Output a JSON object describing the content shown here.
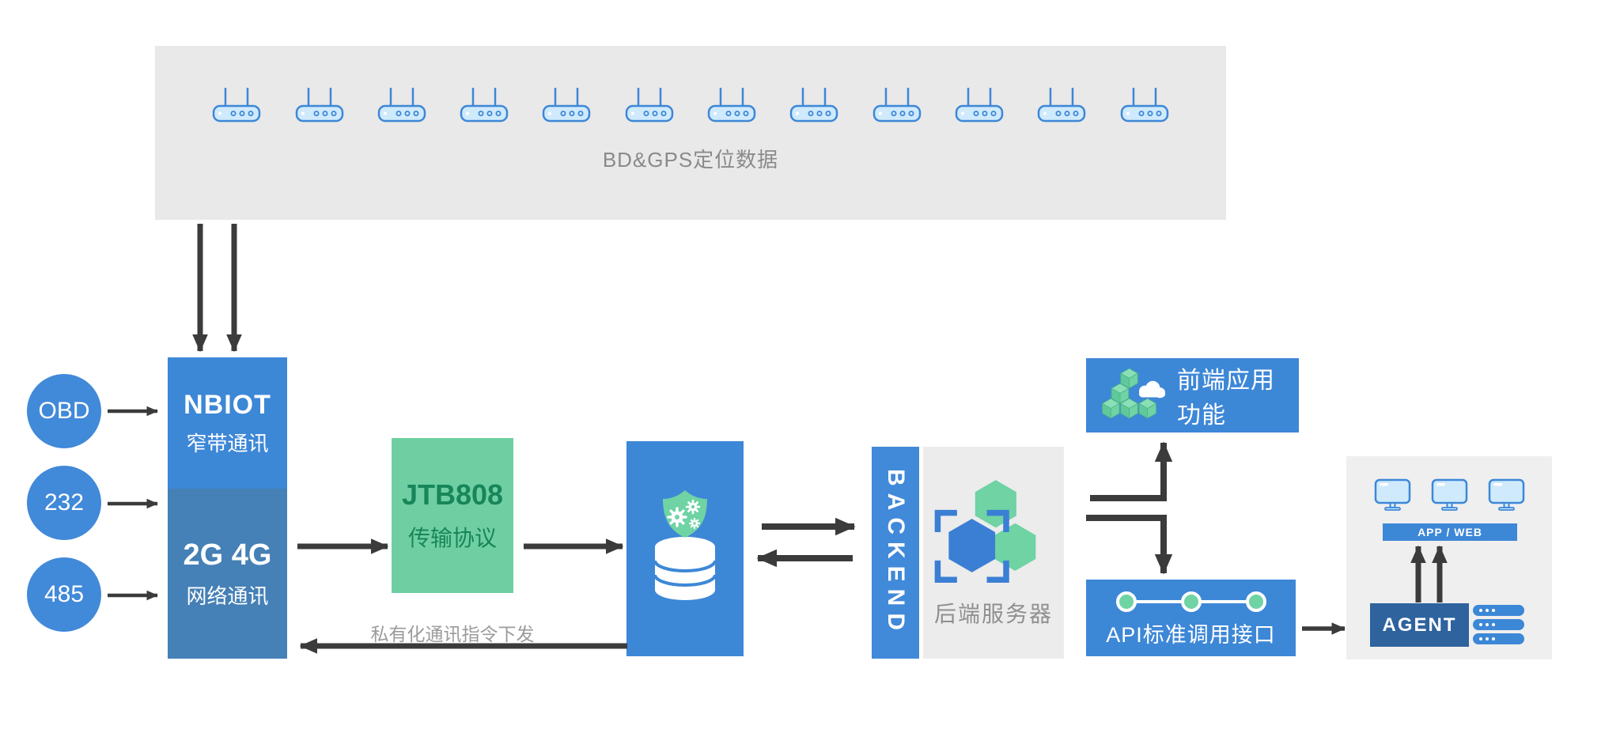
{
  "diagram": {
    "gps_panel": {
      "label": "BD&GPS定位数据",
      "device_count": 12,
      "device_icon": "router-icon"
    },
    "inputs": [
      {
        "label": "OBD"
      },
      {
        "label": "232"
      },
      {
        "label": "485"
      }
    ],
    "gateway": {
      "top_title": "NBIOT",
      "top_subtitle": "窄带通讯",
      "bottom_title": "2G 4G",
      "bottom_subtitle": "网络通讯"
    },
    "protocol": {
      "title": "JTB808",
      "subtitle": "传输协议"
    },
    "downlink_label": "私有化通讯指令下发",
    "secure_database": {
      "icon": "secure-database-icon"
    },
    "backend": {
      "vertical_label": "BACKEND",
      "label": "后端服务器",
      "icon": "hexagons-icon"
    },
    "frontend": {
      "label": "前端应用功能",
      "icon": "cubes-cloud-icon"
    },
    "api": {
      "label": "API标准调用接口",
      "icon": "timeline-nodes-icon"
    },
    "client_panel": {
      "monitor_count": 3,
      "app_web_label": "APP / WEB",
      "agent_label": "AGENT",
      "server_count": 3,
      "monitor_icon": "monitor-icon",
      "server_icon": "server-bar-icon"
    }
  },
  "colors": {
    "accent_blue": "#3d87d7",
    "accent_blue_bright": "#4189d9",
    "muted_blue": "#4580b6",
    "dark_blue": "#2e639e",
    "green": "#6fcfa2",
    "green_text": "#17865a",
    "panel_gray": "#e9e9e9",
    "backend_gray": "#ececec",
    "client_gray": "#efefef",
    "arrow_dark": "#3b3b3b",
    "label_gray": "#8a8a8a",
    "icon_fill_light": "#cfeafc"
  }
}
